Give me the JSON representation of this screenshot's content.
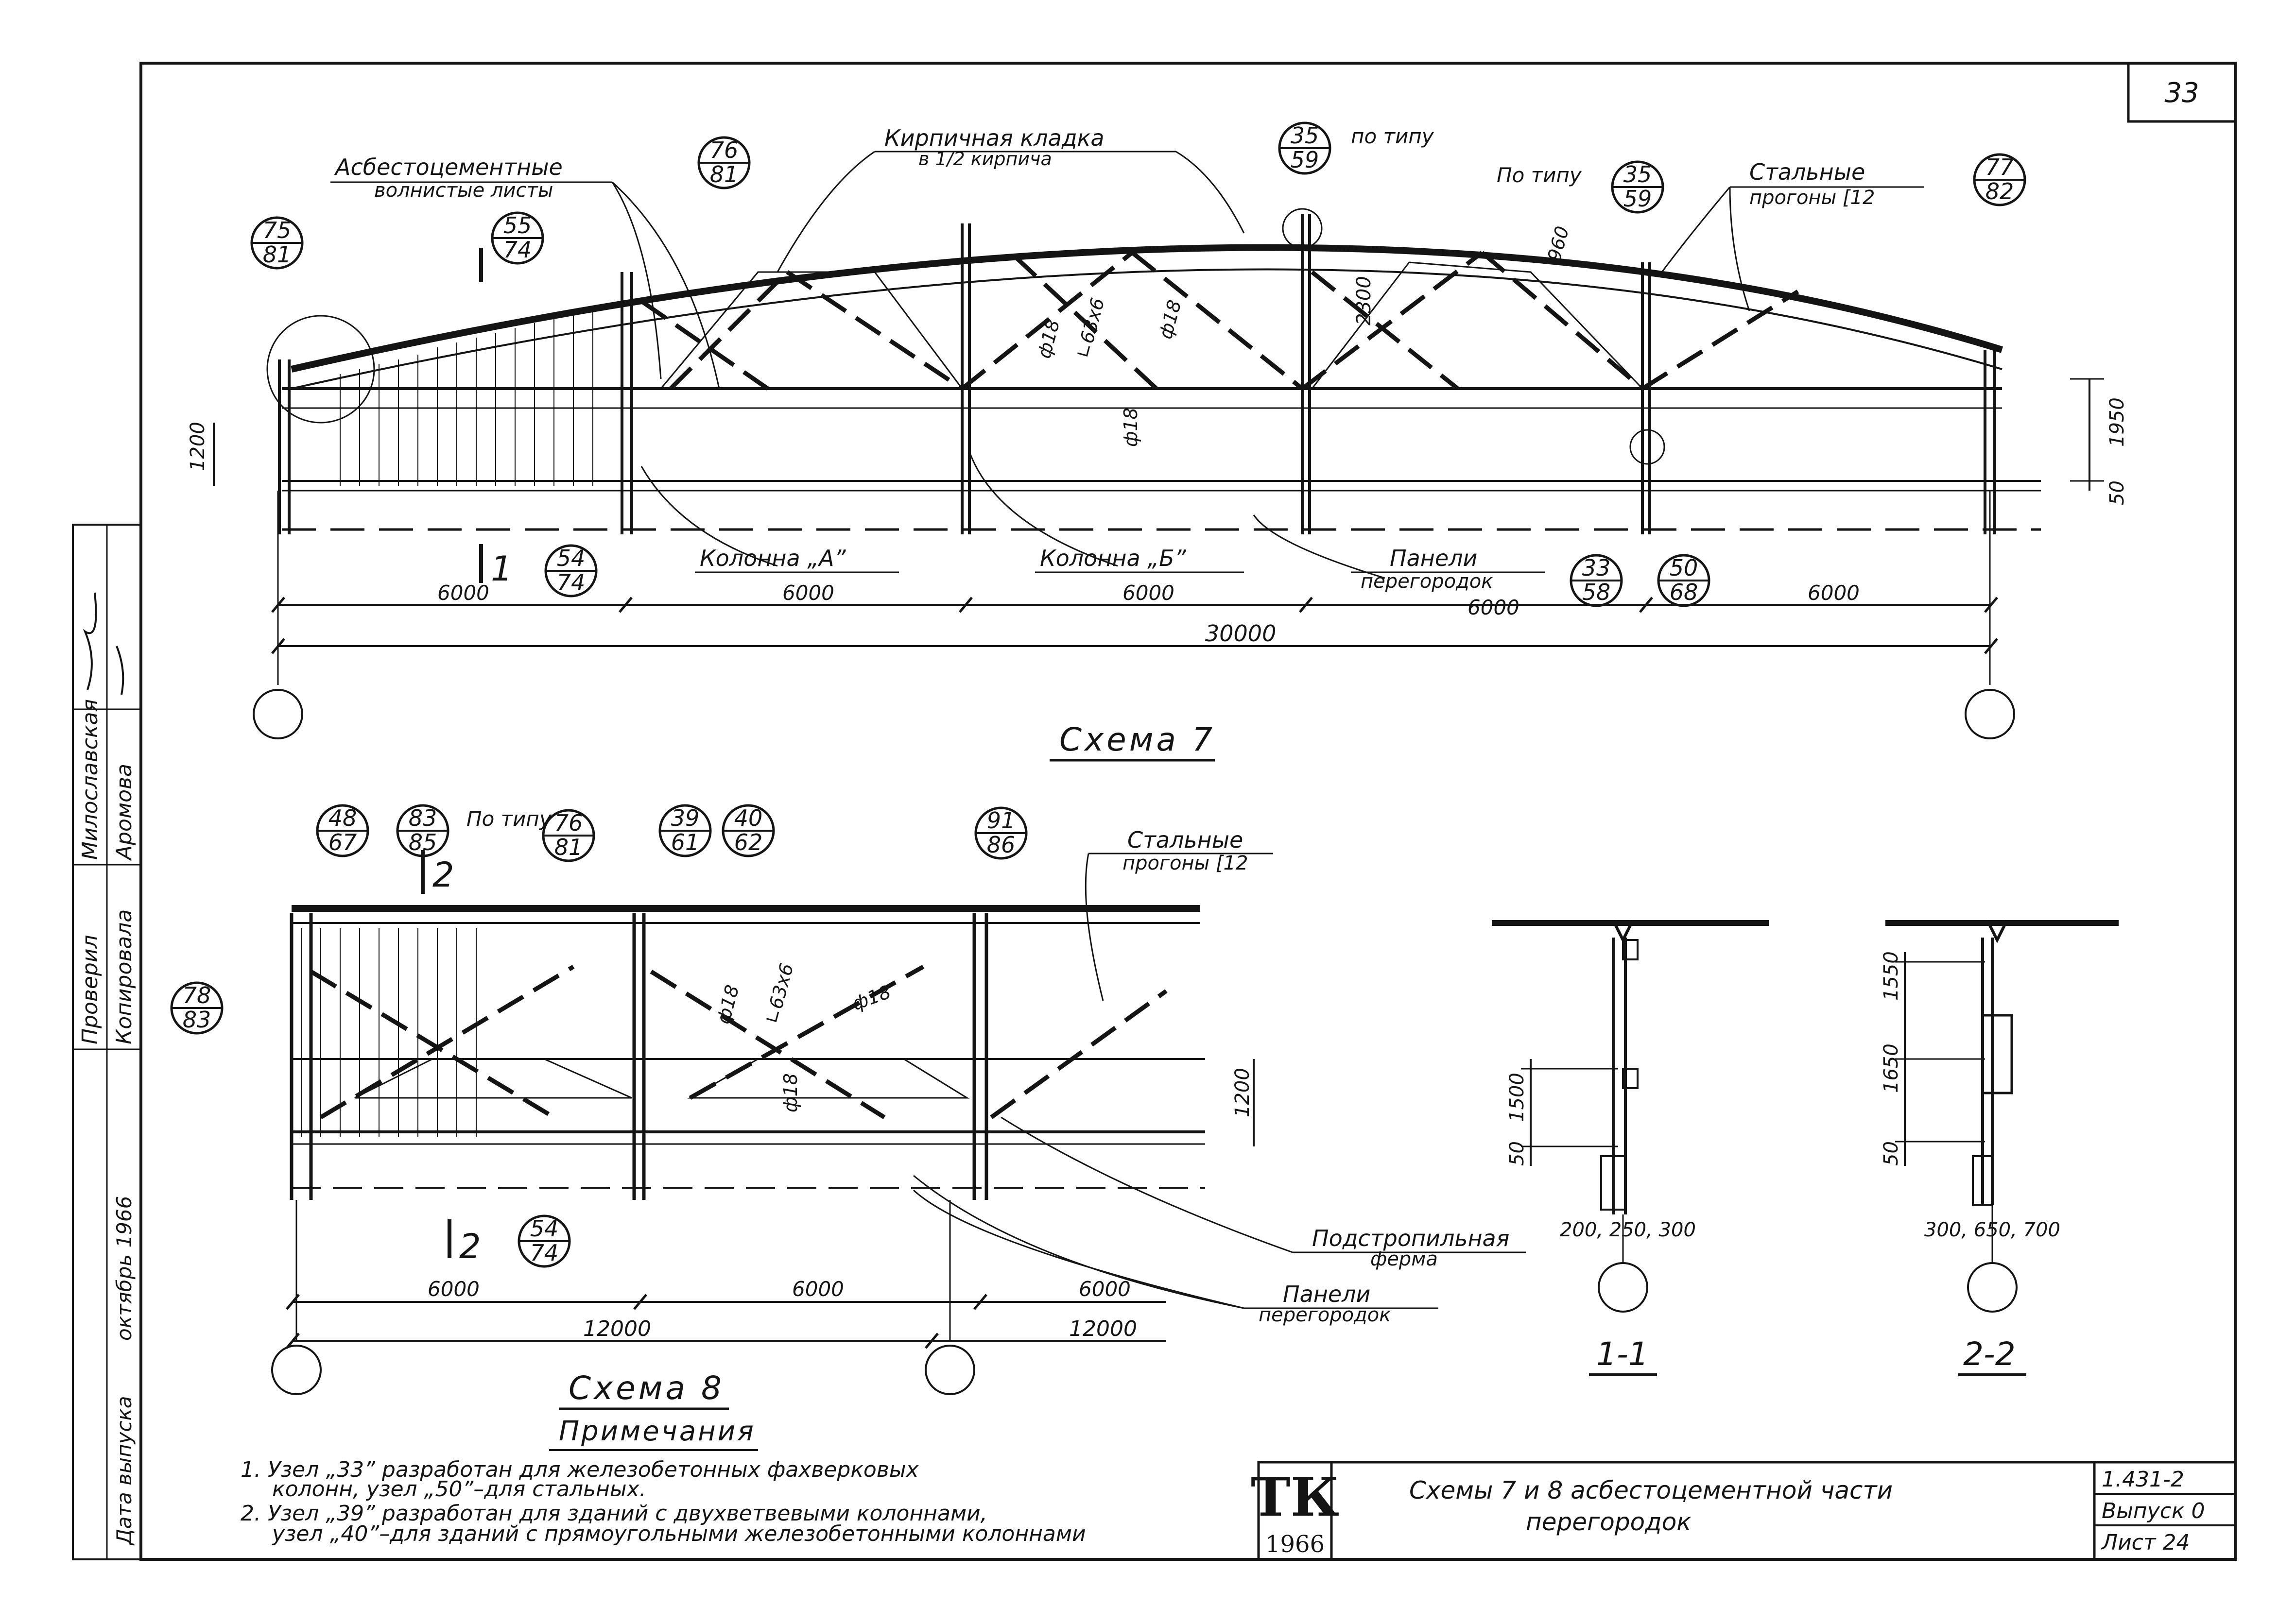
{
  "sheet": {
    "page_number": "33"
  },
  "schema7": {
    "title": "Схема 7",
    "labels": {
      "asbestos_1": "Асбестоцементные",
      "asbestos_2": "волнистые листы",
      "brick_1": "Кирпичная кладка",
      "brick_2": "в 1/2 кирпича",
      "po_tipu_a": "по типу",
      "po_tipu_b": "По типу",
      "steel_purlins_1": "Стальные",
      "steel_purlins_2": "прогоны [12",
      "column_a": "Колонна „А”",
      "column_b": "Колонна „Б”",
      "panels_1": "Панели",
      "panels_2": "перегородок",
      "section_mark": "1",
      "angle": "∟63х6",
      "d18": "ф18",
      "dims": {
        "d2300": "2300",
        "d960": "960",
        "d1200": "1200",
        "d1950": "1950",
        "d50": "50"
      },
      "spans": [
        "6000",
        "6000",
        "6000",
        "6000",
        "6000"
      ],
      "total": "30000"
    },
    "nodes": [
      {
        "top": "75",
        "bottom": "81"
      },
      {
        "top": "55",
        "bottom": "74"
      },
      {
        "top": "76",
        "bottom": "81"
      },
      {
        "top": "35",
        "bottom": "59"
      },
      {
        "top": "35",
        "bottom": "59"
      },
      {
        "top": "77",
        "bottom": "82"
      },
      {
        "top": "54",
        "bottom": "74"
      },
      {
        "top": "33",
        "bottom": "58"
      },
      {
        "top": "50",
        "bottom": "68"
      }
    ]
  },
  "schema8": {
    "title": "Схема 8",
    "labels": {
      "po_tipu": "По типу",
      "steel_purlins_1": "Стальные",
      "steel_purlins_2": "прогоны [12",
      "subtruss_1": "Подстропильная",
      "subtruss_2": "ферма",
      "panels_1": "Панели",
      "panels_2": "перегородок",
      "section_mark": "2",
      "angle": "∟63х6",
      "d18": "ф18",
      "dims": {
        "d1200": "1200"
      },
      "spans": [
        "6000",
        "6000",
        "6000"
      ],
      "totals": [
        "12000",
        "12000"
      ]
    },
    "nodes": [
      {
        "top": "48",
        "bottom": "67"
      },
      {
        "top": "83",
        "bottom": "85"
      },
      {
        "top": "76",
        "bottom": "81"
      },
      {
        "top": "39",
        "bottom": "61"
      },
      {
        "top": "40",
        "bottom": "62"
      },
      {
        "top": "91",
        "bottom": "86"
      },
      {
        "top": "78",
        "bottom": "83"
      },
      {
        "top": "54",
        "bottom": "74"
      }
    ]
  },
  "section11": {
    "title": "1-1",
    "dims": {
      "d1500": "1500",
      "d50": "50",
      "bottom": "200, 250, 300"
    }
  },
  "section22": {
    "title": "2-2",
    "dims": {
      "d1550": "1550",
      "d1650": "1650",
      "d50": "50",
      "bottom": "300, 650, 700"
    }
  },
  "notes": {
    "heading": "Примечания",
    "items": [
      "1. Узел „33” разработан для железобетонных фахверковых",
      "колонн, узел „50”–для стальных.",
      "2. Узел „39” разработан для зданий с двухветвевыми колоннами,",
      "узел „40”–для зданий с прямоугольными железобетонными колоннами"
    ]
  },
  "title_block": {
    "logo": "ТК",
    "year": "1966",
    "title_1": "Схемы 7 и 8 асбестоцементной части",
    "title_2": "перегородок",
    "code": "1.431-2",
    "issue": "Выпуск 0",
    "sheet": "Лист 24"
  },
  "side_stamp": {
    "checked_label": "Проверил",
    "checked_name": "Милославская",
    "copied_label": "Копировала",
    "copied_name": "Аромова",
    "date_label": "Дата выпуска",
    "date_value": "октябрь 1966"
  }
}
